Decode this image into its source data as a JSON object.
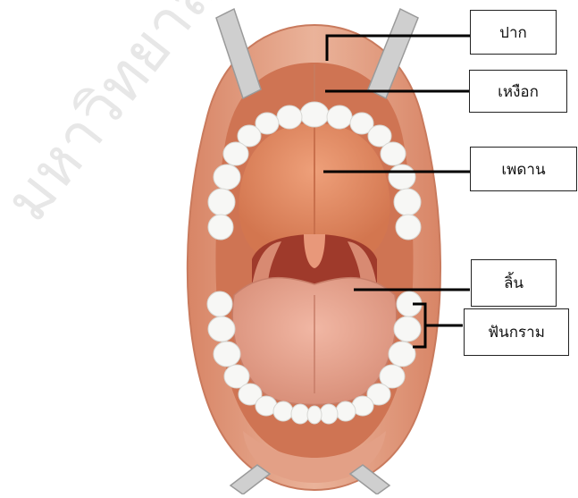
{
  "watermark": {
    "text": "มหาวิทยาลัย"
  },
  "labels": {
    "mouth": "ปาก",
    "gum": "เหงือก",
    "palate": "เพดาน",
    "tongue": "ลิ้น",
    "molars": "ฟันกราม"
  },
  "colors": {
    "lip": "#d98a6c",
    "skin": "#e9a68a",
    "palate": "#e08a62",
    "throat": "#a84232",
    "tongue": "#e6a08c",
    "tooth": "#f6f6f4",
    "retractor": "#c9c9c9"
  }
}
